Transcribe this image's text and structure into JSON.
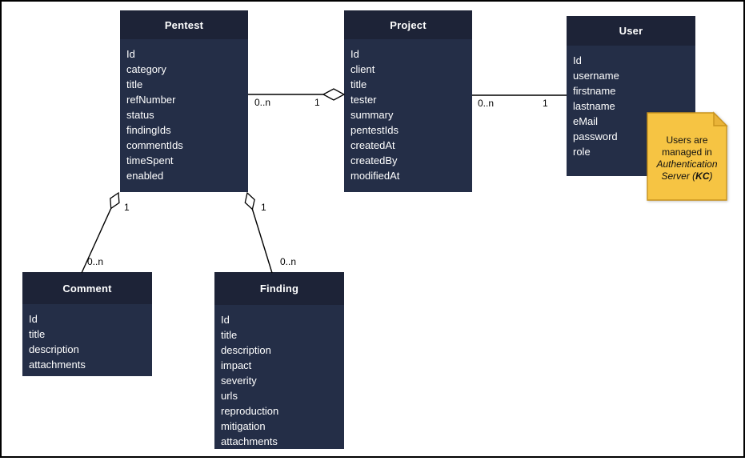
{
  "entities": {
    "pentest": {
      "title": "Pentest",
      "fields": [
        "Id",
        "category",
        "title",
        "refNumber",
        "status",
        "findingIds",
        "commentIds",
        "timeSpent",
        "enabled"
      ]
    },
    "project": {
      "title": "Project",
      "fields": [
        "Id",
        "client",
        "title",
        "tester",
        "summary",
        "pentestIds",
        "createdAt",
        "createdBy",
        "modifiedAt"
      ]
    },
    "user": {
      "title": "User",
      "fields": [
        "Id",
        "username",
        "firstname",
        "lastname",
        "eMail",
        "password",
        "role"
      ]
    },
    "comment": {
      "title": "Comment",
      "fields": [
        "Id",
        "title",
        "description",
        "attachments"
      ]
    },
    "finding": {
      "title": "Finding",
      "fields": [
        "Id",
        "title",
        "description",
        "impact",
        "severity",
        "urls",
        "reproduction",
        "mitigation",
        "attachments"
      ]
    }
  },
  "relationships": {
    "pentest_project": {
      "from": "Pentest",
      "to": "Project",
      "source_label": "0..n",
      "target_label": "1"
    },
    "project_user": {
      "from": "Project",
      "to": "User",
      "source_label": "0..n",
      "target_label": "1"
    },
    "pentest_comment": {
      "from": "Pentest",
      "to": "Comment",
      "source_label": "1",
      "target_label": "0..n"
    },
    "pentest_finding": {
      "from": "Pentest",
      "to": "Finding",
      "source_label": "1",
      "target_label": "0..n"
    }
  },
  "note": {
    "line1": "Users are",
    "line2": "managed in",
    "line3_italic": "Authentication",
    "line4_italic_prefix": "Server (",
    "line4_bold_italic": "KC",
    "line4_italic_suffix": ")"
  },
  "colors": {
    "entity_header": "#1d2337",
    "entity_body": "#242e47",
    "entity_text": "#ffffff",
    "line_color": "#000000",
    "note_fill": "#f6c443",
    "note_border": "#c9931d",
    "note_fold": "#e9b338"
  }
}
